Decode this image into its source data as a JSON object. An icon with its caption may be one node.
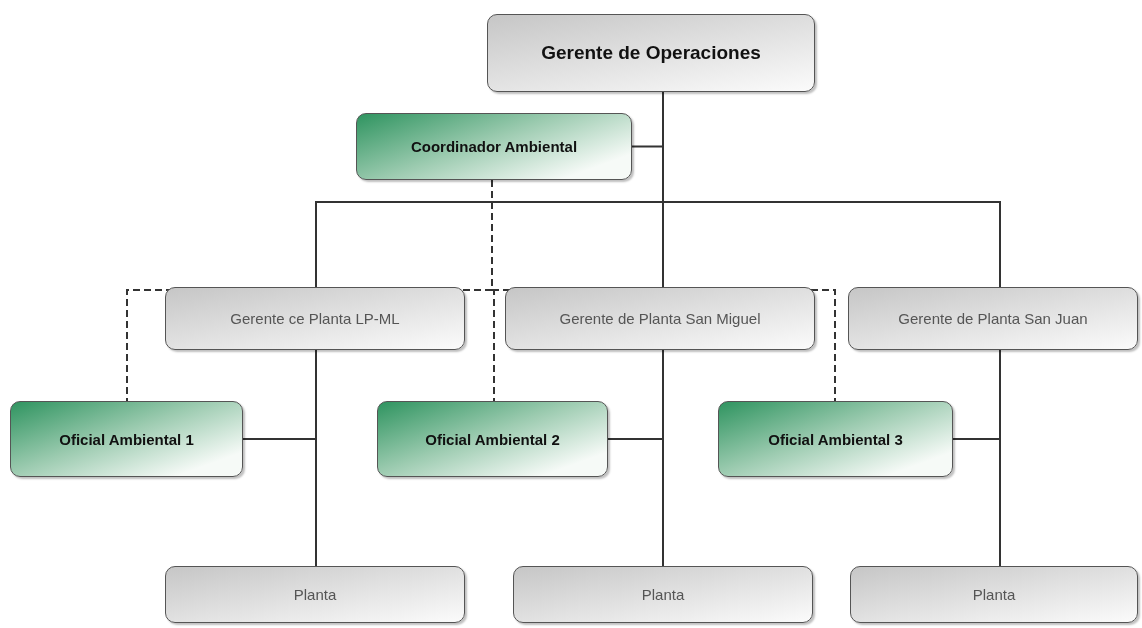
{
  "diagram": {
    "nodes": [
      {
        "text": [
          "Gerente de Operaciones"
        ]
      },
      {
        "text": [
          "Coordinador Ambiental"
        ]
      },
      {
        "text": [
          "Gerente ce Planta LP-ML"
        ]
      },
      {
        "text": [
          "Gerente de Planta San Miguel"
        ]
      },
      {
        "text": [
          "Gerente de Planta San Juan"
        ]
      },
      {
        "text": [
          "Oficial Ambiental 1"
        ]
      },
      {
        "text": [
          "Oficial Ambiental 2"
        ]
      },
      {
        "text": [
          "Oficial Ambiental 3"
        ]
      },
      {
        "text": [
          "Planta"
        ]
      },
      {
        "text": [
          "Planta"
        ]
      },
      {
        "text": [
          "Planta"
        ]
      }
    ],
    "edges": [
      {
        "from": 0,
        "to": 1,
        "arrow": "none"
      },
      {
        "from": 0,
        "to": 2,
        "arrow": "none"
      },
      {
        "from": 0,
        "to": 3,
        "arrow": "none"
      },
      {
        "from": 0,
        "to": 4,
        "arrow": "none"
      },
      {
        "from": 1,
        "to": 5,
        "arrow": "none",
        "style": "dashed"
      },
      {
        "from": 1,
        "to": 6,
        "arrow": "none",
        "style": "dashed"
      },
      {
        "from": 1,
        "to": 7,
        "arrow": "none",
        "style": "dashed"
      },
      {
        "from": 2,
        "to": 5,
        "arrow": "none"
      },
      {
        "from": 2,
        "to": 8,
        "arrow": "none"
      },
      {
        "from": 3,
        "to": 6,
        "arrow": "none"
      },
      {
        "from": 3,
        "to": 9,
        "arrow": "none"
      },
      {
        "from": 4,
        "to": 7,
        "arrow": "none"
      },
      {
        "from": 4,
        "to": 10,
        "arrow": "none"
      }
    ]
  }
}
